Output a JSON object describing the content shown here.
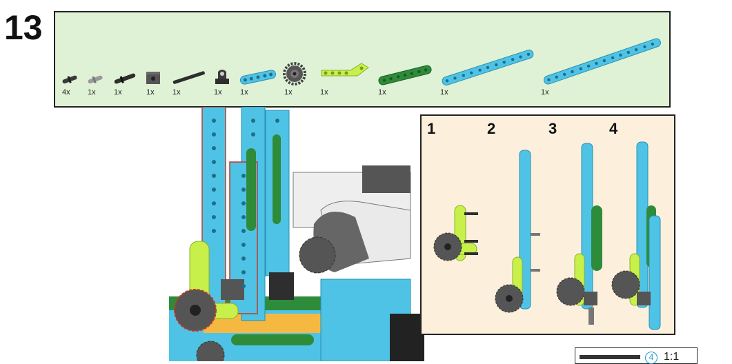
{
  "step": {
    "number": "13"
  },
  "parts": [
    {
      "qty": "4x",
      "icon": "axle-peg-icon",
      "color": "#3a3a3a"
    },
    {
      "qty": "1x",
      "icon": "axle-pin-icon",
      "color": "#9a9a9a"
    },
    {
      "qty": "1x",
      "icon": "axle-pin-long-icon",
      "color": "#2e2e2e"
    },
    {
      "qty": "1x",
      "icon": "brick-with-hole-icon",
      "color": "#555555"
    },
    {
      "qty": "1x",
      "icon": "axle-long-icon",
      "color": "#2e2e2e"
    },
    {
      "qty": "1x",
      "icon": "bearing-block-icon",
      "color": "#2e2e2e"
    },
    {
      "qty": "1x",
      "icon": "beam-5-icon",
      "color": "#4fc3e6"
    },
    {
      "qty": "1x",
      "icon": "gear-icon",
      "color": "#555555"
    },
    {
      "qty": "1x",
      "icon": "l-beam-icon",
      "color": "#c8f04a"
    },
    {
      "qty": "1x",
      "icon": "beam-7-green-icon",
      "color": "#2e8b3a"
    },
    {
      "qty": "1x",
      "icon": "beam-11-icon",
      "color": "#4fc3e6"
    },
    {
      "qty": "1x",
      "icon": "beam-15-icon",
      "color": "#4fc3e6"
    }
  ],
  "substeps": [
    {
      "number": "1"
    },
    {
      "number": "2"
    },
    {
      "number": "3"
    },
    {
      "number": "4"
    }
  ],
  "scale": {
    "circle": "4",
    "ratio": "1:1"
  },
  "colors": {
    "parts_bg": "#dff2d6",
    "substep_bg": "#fcf0dc",
    "azure": "#4fc3e6",
    "lime": "#c8f04a",
    "green": "#2e8b3a",
    "orange": "#f5b942",
    "dark_gray": "#555555"
  }
}
